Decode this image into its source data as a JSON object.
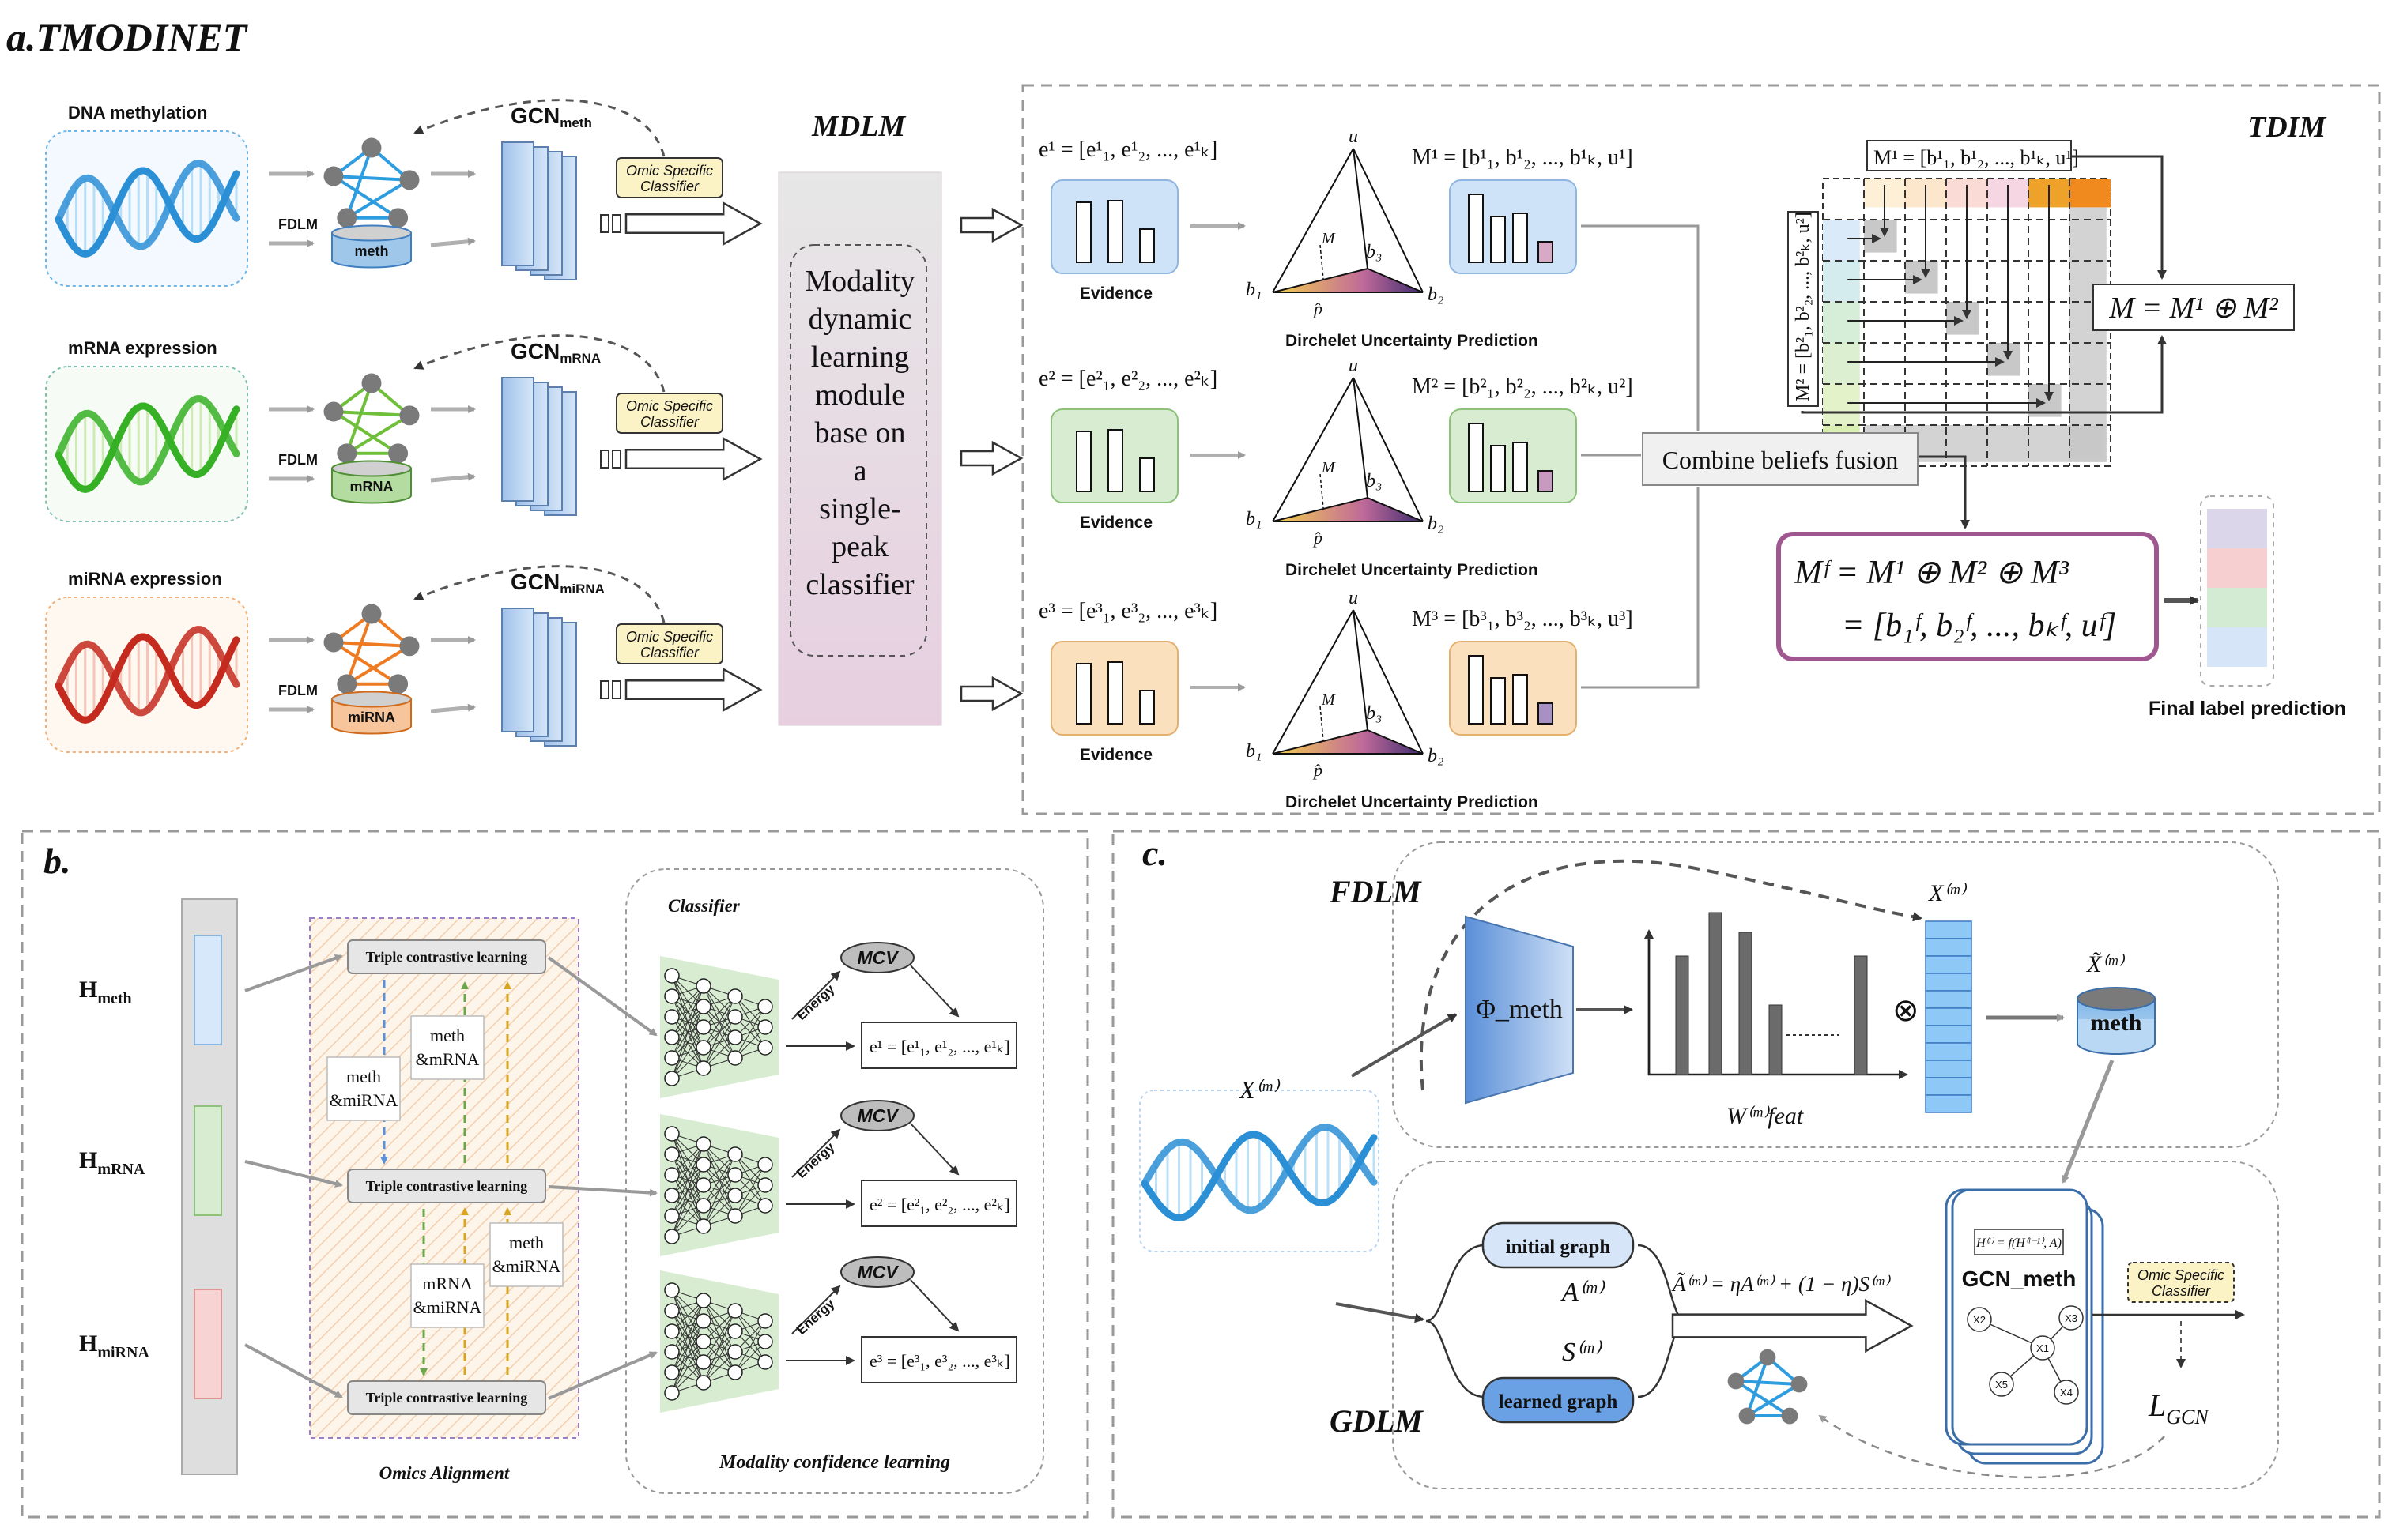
{
  "panel_a": {
    "title": "a.TMODINET",
    "omics": [
      {
        "label": "DNA methylation",
        "db": "meth",
        "gcn": "GCN",
        "gcn_sub": "meth"
      },
      {
        "label": "mRNA expression",
        "db": "mRNA",
        "gcn": "GCN",
        "gcn_sub": "mRNA"
      },
      {
        "label": "miRNA expression",
        "db": "miRNA",
        "gcn": "GCN",
        "gcn_sub": "miRNA"
      }
    ],
    "fdlm": "FDLM",
    "classifier_l1": "Omic Specific",
    "classifier_l2": "Classifier",
    "mdlm_title": "MDLM",
    "mdlm_lines": [
      "Modality",
      "dynamic",
      "learning",
      "module",
      "base on",
      "a",
      "single-",
      "peak",
      "classifier"
    ],
    "tdim_title": "TDIM",
    "evidence_label": "Evidence",
    "dirichlet_label": "Dirchelet Uncertainty Prediction",
    "e_formulas": [
      "e¹ = [e¹₁, e¹₂, ..., e¹ₖ]",
      "e² = [e²₁, e²₂, ..., e²ₖ]",
      "e³ = [e³₁, e³₂, ..., e³ₖ]"
    ],
    "m_formulas": [
      "M¹ = [b¹₁, b¹₂, ..., b¹ₖ, u¹]",
      "M² = [b²₁, b²₂, ..., b²ₖ, u²]",
      "M³ = [b³₁, b³₂, ..., b³ₖ, u³]"
    ],
    "tri_u": "u",
    "tri_b1": "b₁",
    "tri_b2": "b₂",
    "tri_b3": "b₃",
    "tri_m": "M",
    "tri_p": "p̂",
    "combine": "Combine beliefs fusion",
    "matrix_top": "M¹ = [b¹₁, b¹₂, ..., b¹ₖ, u¹]",
    "matrix_left": "M² = [b²₁, b²₂, ..., b²ₖ, u²]",
    "m_fuse": "M = M¹ ⊕ M²",
    "mf_line1": "Mᶠ = M¹ ⊕ M² ⊕ M³",
    "mf_line2": "= [b₁ᶠ, b₂ᶠ, ..., bₖᶠ, uᶠ]",
    "final_label": "Final label prediction"
  },
  "panel_b": {
    "title": "b.",
    "h_labels": [
      {
        "main": "H",
        "sub": "meth"
      },
      {
        "main": "H",
        "sub": "mRNA"
      },
      {
        "main": "H",
        "sub": "miRNA"
      }
    ],
    "triple": "Triple contrastive learning",
    "pair_meth_mrna": [
      "meth",
      "&mRNA"
    ],
    "pair_meth_mirna": [
      "meth",
      "&miRNA"
    ],
    "pair_mrna_mirna": [
      "mRNA",
      "&miRNA"
    ],
    "pair_meth_mirna2": [
      "meth",
      "&miRNA"
    ],
    "omics_alignment": "Omics Alignment",
    "classifier_title": "Classifier",
    "mcv": "MCV",
    "energy": "Energy",
    "e_formulas": [
      "e¹ = [e¹₁, e¹₂, ..., e¹ₖ]",
      "e² = [e²₁, e²₂, ..., e²ₖ]",
      "e³ = [e³₁, e³₂, ..., e³ₖ]"
    ],
    "mcl": "Modality confidence learning"
  },
  "panel_c": {
    "title": "c.",
    "fdlm": "FDLM",
    "gdlm": "GDLM",
    "x_m": "X⁽ᵐ⁾",
    "phi": "Φ_meth",
    "w_feat": "W⁽ᵐ⁾feat",
    "otimes": "⊗",
    "x_tilde": "X̃⁽ᵐ⁾",
    "meth": "meth",
    "initial_graph": "initial graph",
    "learned_graph": "learned graph",
    "a_m": "A⁽ᵐ⁾",
    "s_m": "S⁽ᵐ⁾",
    "a_tilde_eq": "Ã⁽ᵐ⁾ = ηA⁽ᵐ⁾ + (1 − η)S⁽ᵐ⁾",
    "gcn_formula": "H⁽ˡ⁾ = f(H⁽ˡ⁻¹⁾, A)",
    "gcn_meth": "GCN_meth",
    "nodes": [
      "X2",
      "X3",
      "X1",
      "X5",
      "X4"
    ],
    "classifier_l1": "Omic Specific",
    "classifier_l2": "Classifier",
    "l_gcn": "L",
    "l_gcn_sub": "GCN"
  }
}
